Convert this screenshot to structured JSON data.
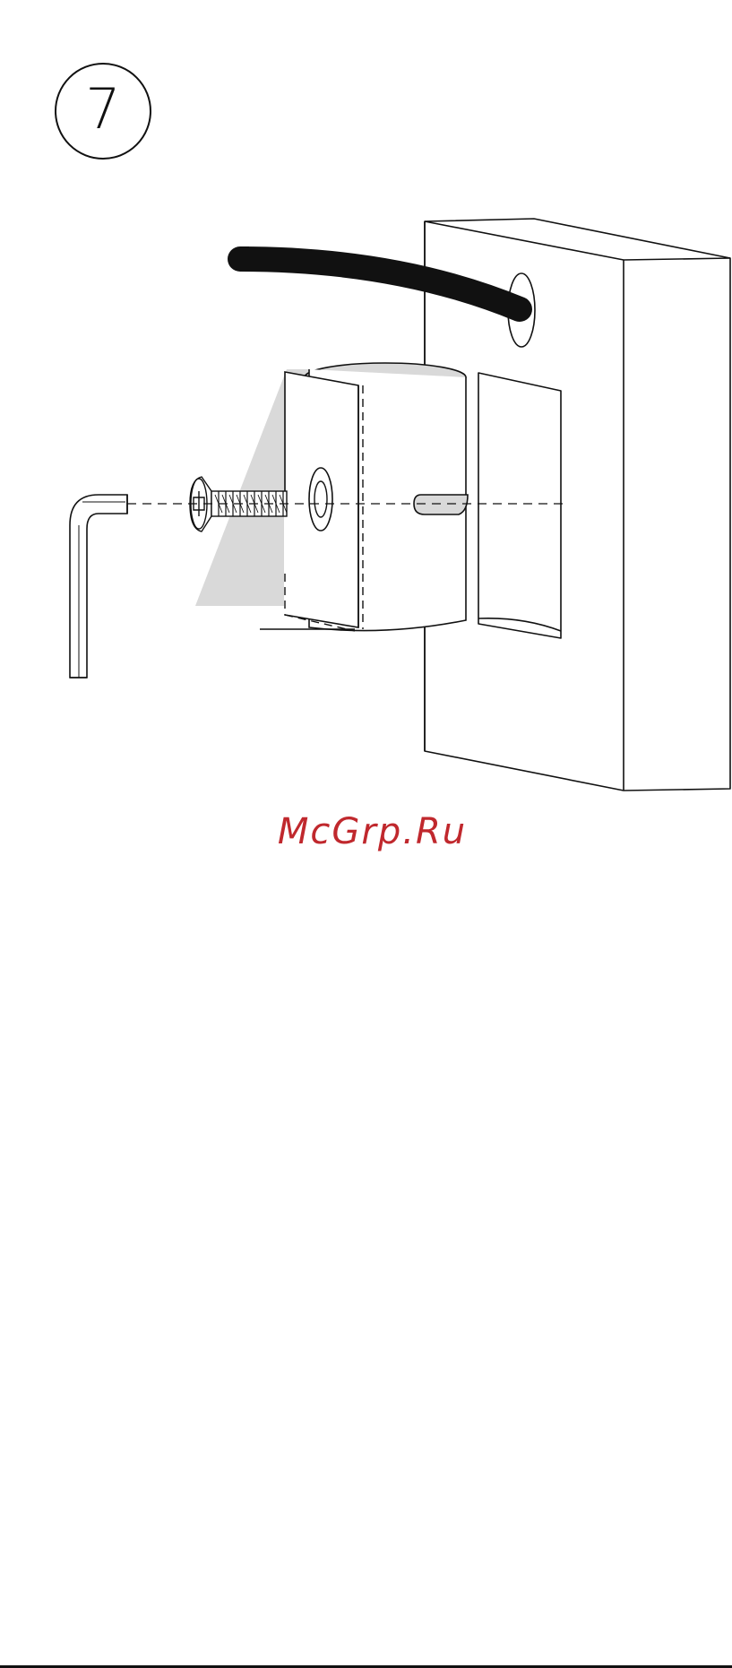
{
  "step": {
    "number": "7"
  },
  "watermark": {
    "text": "McGrp.Ru",
    "color": "#c0282d"
  },
  "icons": [
    "step-number-circle",
    "hex-key-icon",
    "countersunk-screw-icon",
    "pipe-clamp-icon",
    "cable-icon",
    "wall-plate-icon"
  ]
}
